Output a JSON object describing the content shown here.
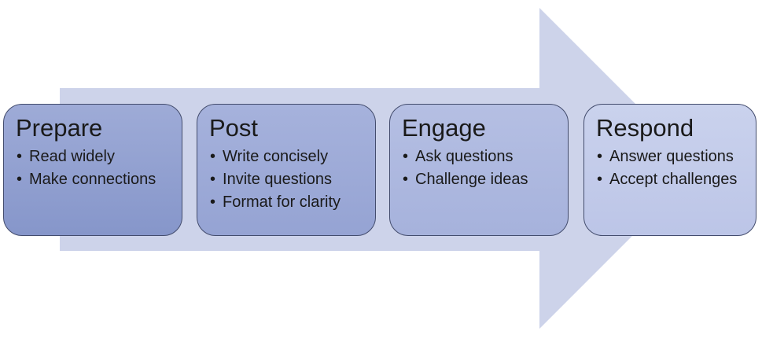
{
  "diagram": {
    "arrow_color": "#cdd3ea",
    "border_color": "#434c6d",
    "text_color": "#1a1a1a",
    "steps": [
      {
        "title": "Prepare",
        "bullets": [
          "Read widely",
          "Make connections"
        ],
        "fill_top": "#9eabd7",
        "fill_bottom": "#8696ca"
      },
      {
        "title": "Post",
        "bullets": [
          "Write concisely",
          "Invite questions",
          "Format for clarity"
        ],
        "fill_top": "#a6b2dc",
        "fill_bottom": "#95a3d3"
      },
      {
        "title": "Engage",
        "bullets": [
          "Ask questions",
          "Challenge ideas"
        ],
        "fill_top": "#b5bfe3",
        "fill_bottom": "#a6b2dc"
      },
      {
        "title": "Respond",
        "bullets": [
          "Answer questions",
          "Accept challenges"
        ],
        "fill_top": "#cad2ed",
        "fill_bottom": "#bcc5e7"
      }
    ]
  }
}
